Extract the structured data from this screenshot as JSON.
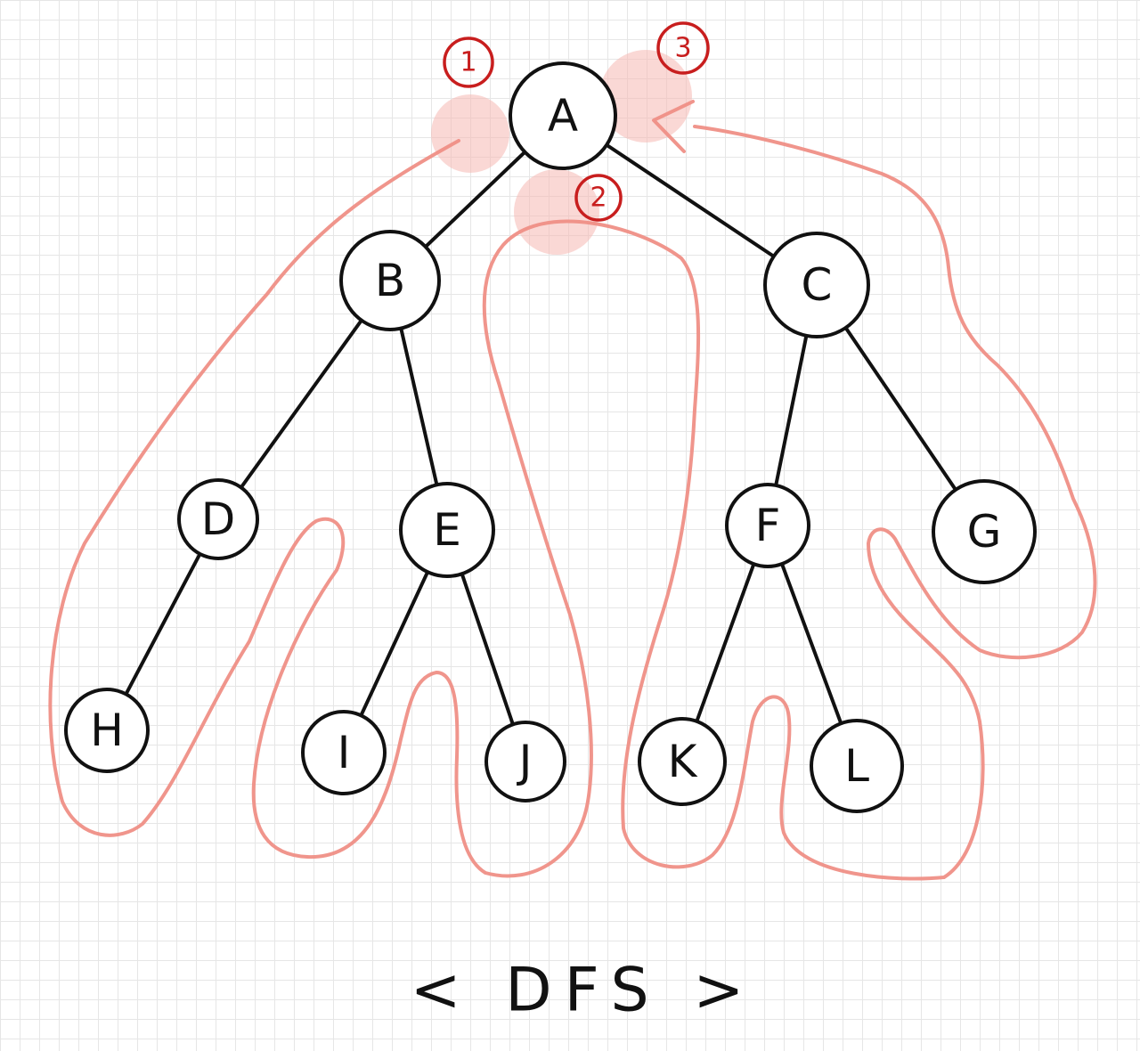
{
  "nodes": {
    "A": "A",
    "B": "B",
    "C": "C",
    "D": "D",
    "E": "E",
    "F": "F",
    "G": "G",
    "H": "H",
    "I": "I",
    "J": "J",
    "K": "K",
    "L": "L"
  },
  "edges": [
    [
      "A",
      "B"
    ],
    [
      "A",
      "C"
    ],
    [
      "B",
      "D"
    ],
    [
      "B",
      "E"
    ],
    [
      "C",
      "F"
    ],
    [
      "C",
      "G"
    ],
    [
      "D",
      "H"
    ],
    [
      "E",
      "I"
    ],
    [
      "E",
      "J"
    ],
    [
      "F",
      "K"
    ],
    [
      "F",
      "L"
    ]
  ],
  "markers": {
    "m1": "1",
    "m2": "2",
    "m3": "3"
  },
  "caption": "< DFS >",
  "colors": {
    "traversal": "#ef8f86",
    "marker": "#c81e1e",
    "ink": "#111111"
  }
}
